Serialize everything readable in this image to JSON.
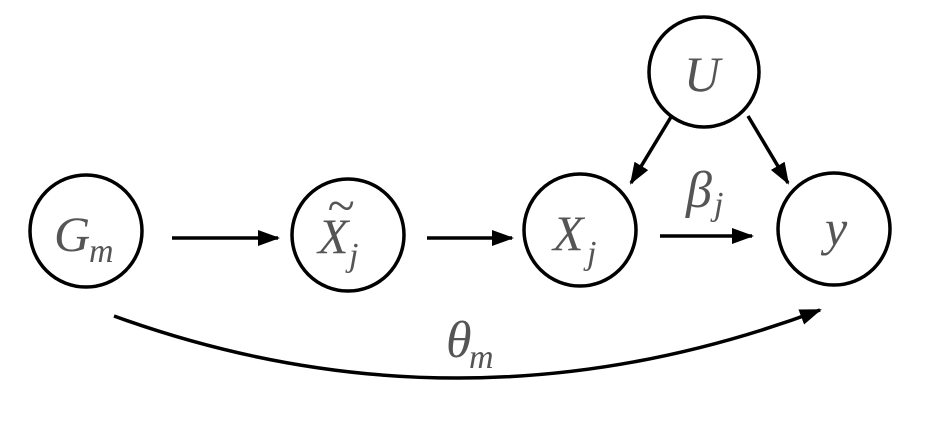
{
  "nodes": {
    "g_m": {
      "main": "G",
      "sub": "m"
    },
    "x_tilde_j": {
      "main": "X",
      "sub": "j",
      "accent": "~"
    },
    "x_j": {
      "main": "X",
      "sub": "j"
    },
    "u": {
      "main": "U"
    },
    "y": {
      "main": "y"
    }
  },
  "edge_labels": {
    "beta_j": {
      "main": "β",
      "sub": "j"
    },
    "theta_m": {
      "main": "θ",
      "sub": "m"
    }
  },
  "colors": {
    "stroke": "#000000",
    "label_text": "#555555",
    "background": "#ffffff"
  }
}
